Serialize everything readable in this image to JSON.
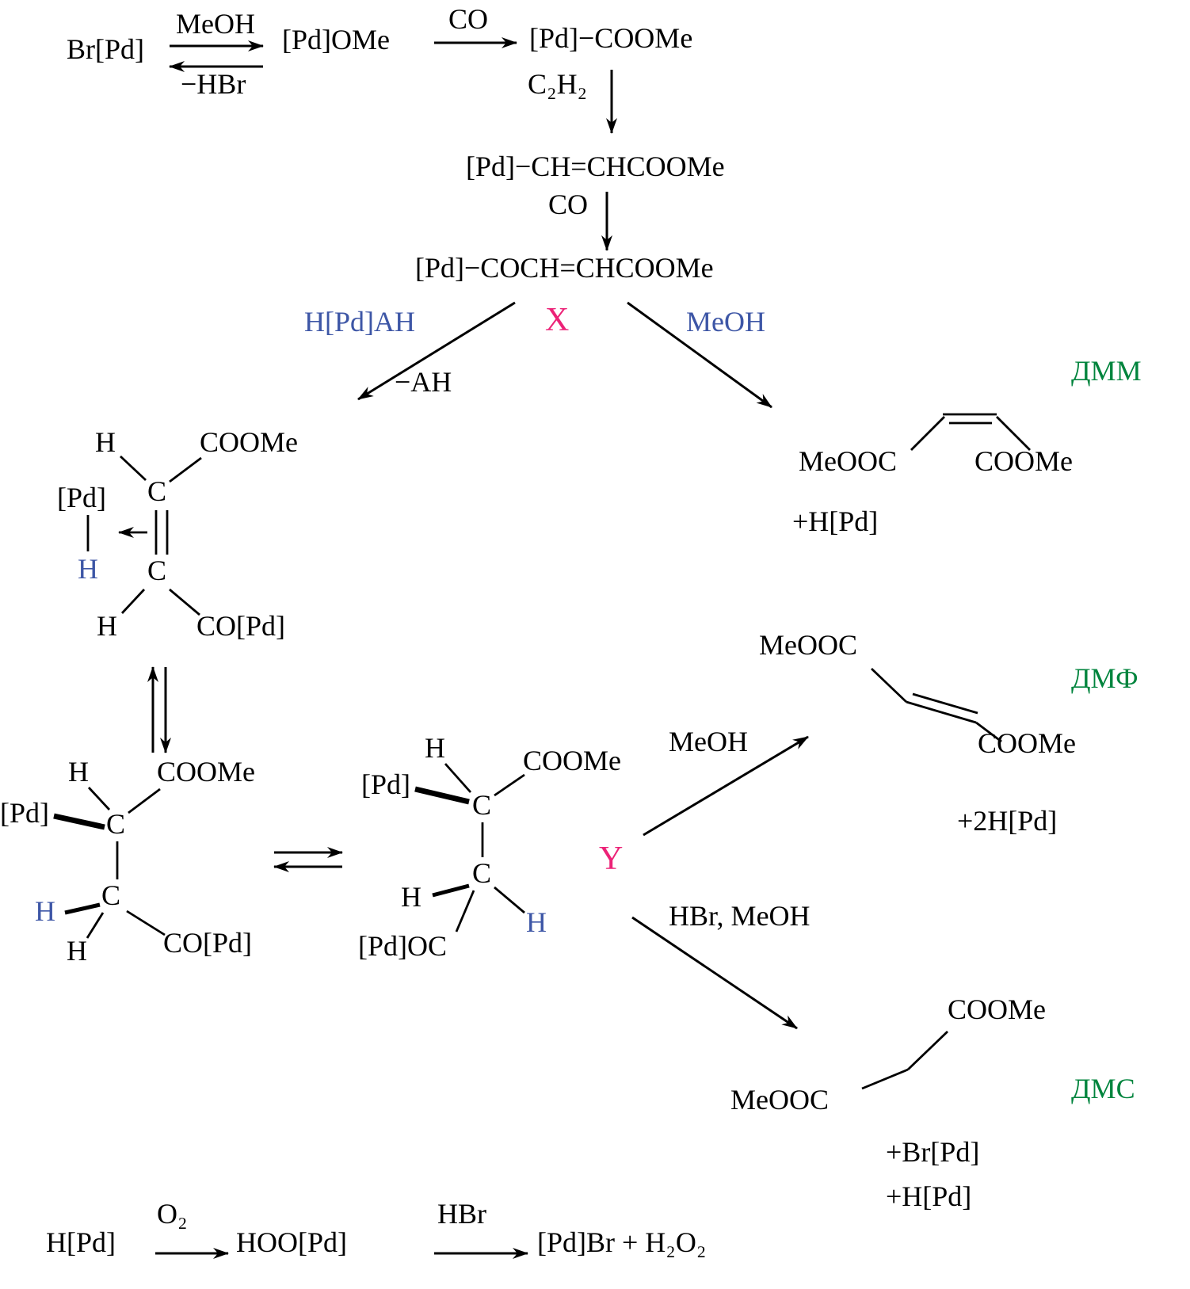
{
  "colors": {
    "black": "#000000",
    "blue": "#3D56A6",
    "pink": "#EC2277",
    "green": "#00843D"
  },
  "labels": {
    "br_pd": "Br[Pd]",
    "meoh_top": "MeOH",
    "minus_hbr": "−HBr",
    "pd_ome": "[Pd]OMe",
    "co_top": "CO",
    "pd_coome": "[Pd]−COOMe",
    "c2h2": "C₂H₂",
    "pd_ch_chcoome": "[Pd]−CH=CHCOOMe",
    "co_mid": "CO",
    "pd_coch_chcoome": "[Pd]−COCH=CHCOOMe",
    "h_pd_ah": "H[Pd]AH",
    "x": "X",
    "meoh_right": "MeOH",
    "minus_ah": "−AH",
    "dmm": "ДММ",
    "dmm_meooc": "MeOOC",
    "dmm_coome": "COOMe",
    "dmm_plus_hpd": "+H[Pd]",
    "v1_h_top": "H",
    "v1_coome": "COOMe",
    "v1_c_top": "C",
    "v1_pd": "[Pd]",
    "v1_h_blue": "H",
    "v1_c_bot": "C",
    "v1_h_bot": "H",
    "v1_copd": "CO[Pd]",
    "a1_h_top": "H",
    "a1_coome": "COOMe",
    "a1_c_top": "C",
    "a1_pd": "[Pd]",
    "a1_c_bot": "C",
    "a1_h_blue": "H",
    "a1_h_bot": "H",
    "a1_copd": "CO[Pd]",
    "a2_h_top": "H",
    "a2_coome": "COOMe",
    "a2_pd": "[Pd]",
    "a2_c_top": "C",
    "a2_c_bot": "C",
    "a2_h_left": "H",
    "a2_h_blue": "H",
    "a2_pdoc": "[Pd]OC",
    "y": "Y",
    "meoh_y": "MeOH",
    "hbr_meoh": "HBr, MeOH",
    "dmf": "ДМФ",
    "dmf_meooc": "MeOOC",
    "dmf_coome": "COOMe",
    "dmf_plus_2hpd": "+2H[Pd]",
    "dms_coome": "COOMe",
    "dms_meooc": "MeOOC",
    "dms": "ДМС",
    "dms_plus_brpd": "+Br[Pd]",
    "dms_plus_hpd": "+H[Pd]",
    "bottom_hpd": "H[Pd]",
    "bottom_o2": "O₂",
    "bottom_hoopd": "HOO[Pd]",
    "bottom_hbr": "HBr",
    "bottom_product": "[Pd]Br + H₂O₂"
  }
}
